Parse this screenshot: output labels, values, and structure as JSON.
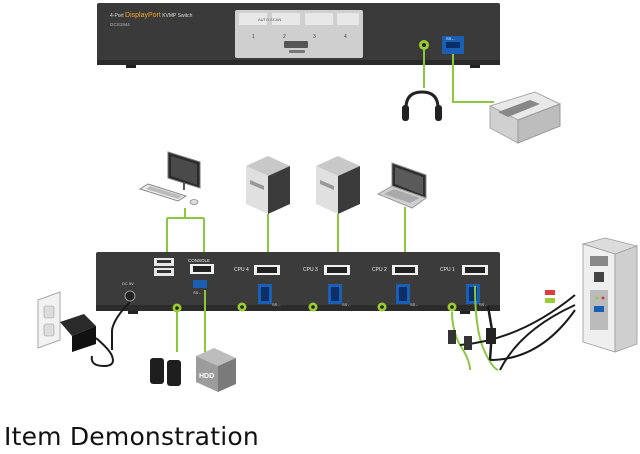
{
  "caption": "Item Demonstration",
  "front_panel": {
    "title_prefix": "4-Port",
    "title_brand": "DisplayPort",
    "title_suffix": "KVMP Switch",
    "model": "GCS1944",
    "port_numbers": [
      "1",
      "2",
      "3",
      "4"
    ],
    "auto_scan_label": "AUTO SCAN",
    "usb_label": "SS←",
    "colors": {
      "chassis": "#3a3a3a",
      "brand": "#f5a623",
      "port_panel": "#d8d8d8",
      "usb3": "#1a5fb4"
    }
  },
  "rear_panel": {
    "console_label": "CONSOLE",
    "cpu_labels": [
      "CPU 4",
      "CPU 3",
      "CPU 2",
      "CPU 1"
    ],
    "usb3_label": "SS←",
    "power_label": "DC 5V",
    "colors": {
      "chassis": "#3b3b3b",
      "audio": "#9acd32",
      "usb3": "#1a5fb4",
      "cable": "#9acd32"
    }
  },
  "peripherals": {
    "hdd_label": "HDD"
  },
  "colors": {
    "connection_line": "#8dc63f",
    "cable_black": "#1a1a1a",
    "device_gray": "#8a8a8a"
  }
}
